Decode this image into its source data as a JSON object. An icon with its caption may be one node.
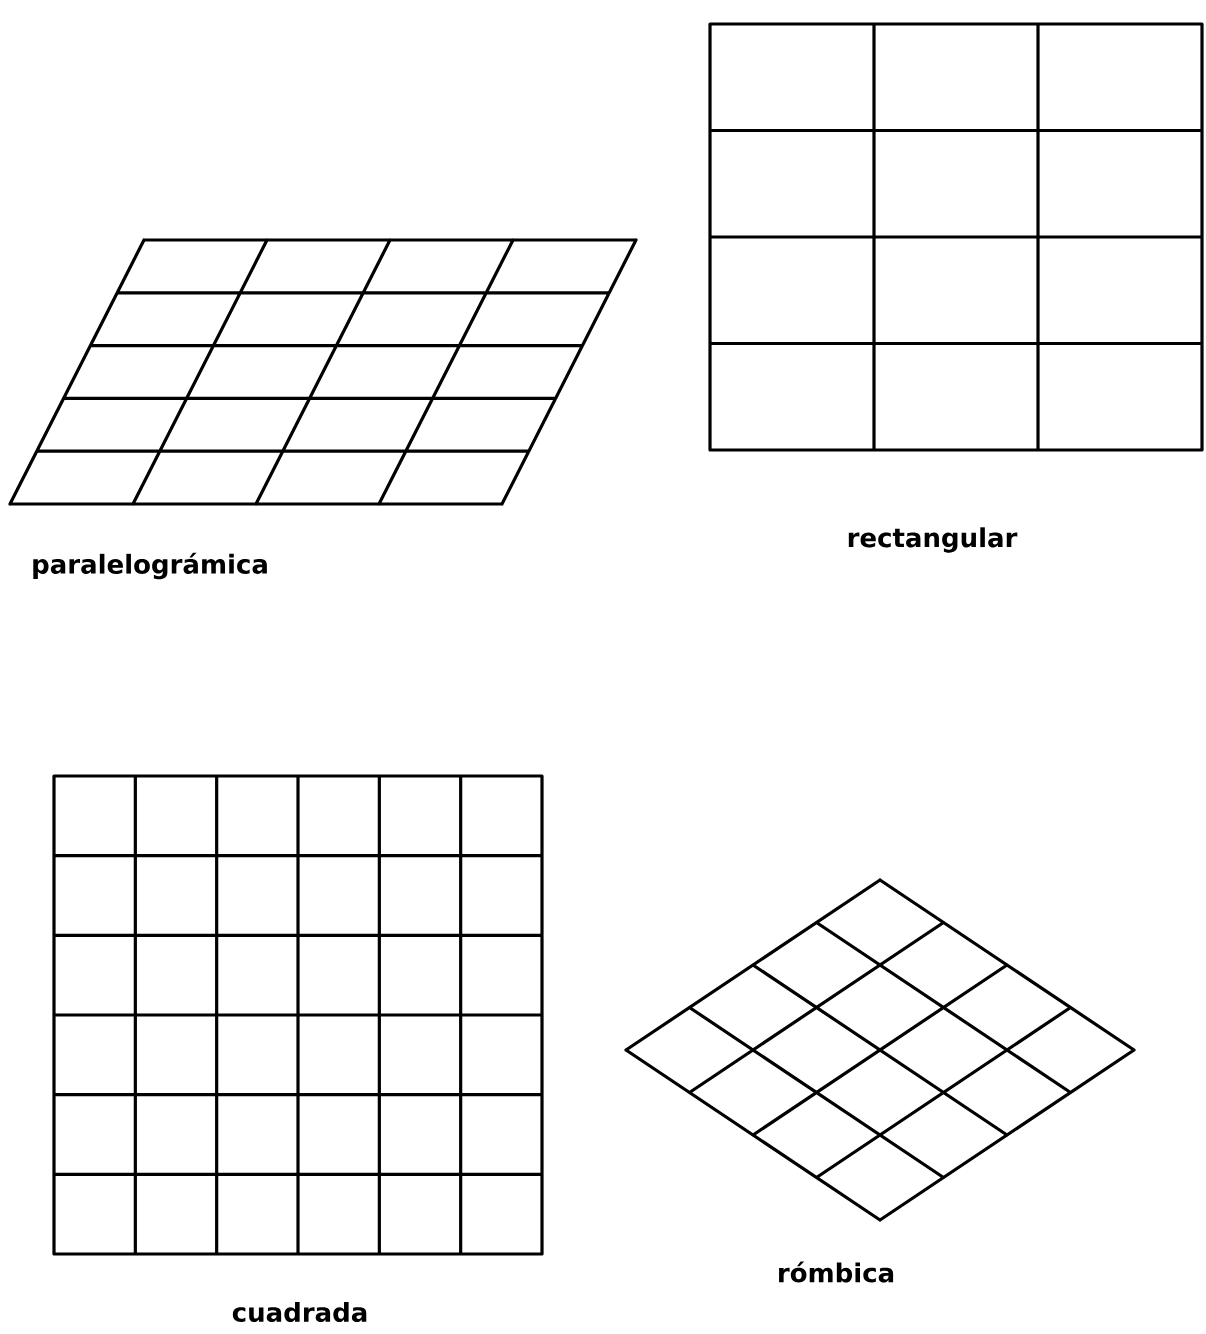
{
  "diagram": {
    "labels": [
      "paralelográmica",
      "rectangular",
      "cuadrada",
      "rómbica"
    ]
  }
}
